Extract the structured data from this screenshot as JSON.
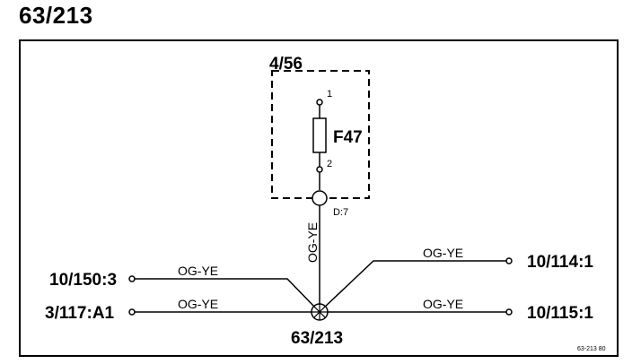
{
  "page_title": "63/213",
  "module": {
    "label": "4/56"
  },
  "fuse": {
    "label": "F47",
    "pin_top": "1",
    "pin_bottom": "2"
  },
  "connector": {
    "label": "D:7"
  },
  "splice": {
    "label": "63/213"
  },
  "wires": {
    "vertical": "OG-YE",
    "left_upper": "OG-YE",
    "left_lower": "OG-YE",
    "right_upper": "OG-YE",
    "right_lower": "OG-YE"
  },
  "terminals": {
    "left_upper": "10/150:3",
    "left_lower": "3/117:A1",
    "right_upper": "10/114:1",
    "right_lower": "10/115:1"
  },
  "footer_code": "63-213 80"
}
